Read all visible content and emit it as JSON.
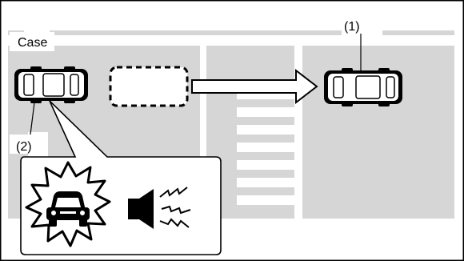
{
  "diagram": {
    "case_label": "Case",
    "callout_1": "(1)",
    "callout_2": "(2)"
  },
  "icons": {
    "alert_car": "car-collision-warning-icon",
    "buzzer": "speaker-beep-icon"
  },
  "colors": {
    "road": "#d6d6d6",
    "marking": "#ffffff",
    "outline": "#000000"
  }
}
